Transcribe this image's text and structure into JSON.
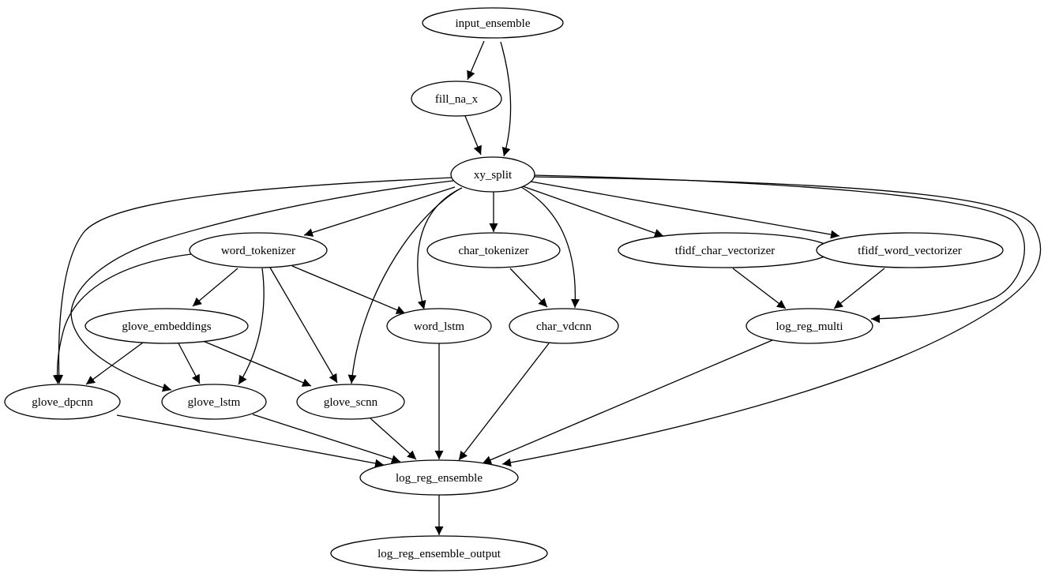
{
  "graph": {
    "nodes": [
      {
        "id": "input_ensemble",
        "label": "input_ensemble"
      },
      {
        "id": "fill_na_x",
        "label": "fill_na_x"
      },
      {
        "id": "xy_split",
        "label": "xy_split"
      },
      {
        "id": "word_tokenizer",
        "label": "word_tokenizer"
      },
      {
        "id": "char_tokenizer",
        "label": "char_tokenizer"
      },
      {
        "id": "tfidf_char_vectorizer",
        "label": "tfidf_char_vectorizer"
      },
      {
        "id": "tfidf_word_vectorizer",
        "label": "tfidf_word_vectorizer"
      },
      {
        "id": "glove_embeddings",
        "label": "glove_embeddings"
      },
      {
        "id": "word_lstm",
        "label": "word_lstm"
      },
      {
        "id": "char_vdcnn",
        "label": "char_vdcnn"
      },
      {
        "id": "log_reg_multi",
        "label": "log_reg_multi"
      },
      {
        "id": "glove_dpcnn",
        "label": "glove_dpcnn"
      },
      {
        "id": "glove_lstm",
        "label": "glove_lstm"
      },
      {
        "id": "glove_scnn",
        "label": "glove_scnn"
      },
      {
        "id": "log_reg_ensemble",
        "label": "log_reg_ensemble"
      },
      {
        "id": "log_reg_ensemble_output",
        "label": "log_reg_ensemble_output"
      }
    ],
    "edges": [
      {
        "from": "input_ensemble",
        "to": "fill_na_x"
      },
      {
        "from": "input_ensemble",
        "to": "xy_split"
      },
      {
        "from": "fill_na_x",
        "to": "xy_split"
      },
      {
        "from": "xy_split",
        "to": "word_tokenizer"
      },
      {
        "from": "xy_split",
        "to": "char_tokenizer"
      },
      {
        "from": "xy_split",
        "to": "tfidf_char_vectorizer"
      },
      {
        "from": "xy_split",
        "to": "tfidf_word_vectorizer"
      },
      {
        "from": "xy_split",
        "to": "word_lstm"
      },
      {
        "from": "xy_split",
        "to": "char_vdcnn"
      },
      {
        "from": "xy_split",
        "to": "glove_scnn"
      },
      {
        "from": "xy_split",
        "to": "glove_dpcnn"
      },
      {
        "from": "xy_split",
        "to": "glove_lstm"
      },
      {
        "from": "xy_split",
        "to": "log_reg_multi"
      },
      {
        "from": "xy_split",
        "to": "log_reg_ensemble"
      },
      {
        "from": "word_tokenizer",
        "to": "glove_embeddings"
      },
      {
        "from": "word_tokenizer",
        "to": "word_lstm"
      },
      {
        "from": "word_tokenizer",
        "to": "glove_lstm"
      },
      {
        "from": "word_tokenizer",
        "to": "glove_scnn"
      },
      {
        "from": "word_tokenizer",
        "to": "glove_dpcnn"
      },
      {
        "from": "char_tokenizer",
        "to": "char_vdcnn"
      },
      {
        "from": "tfidf_char_vectorizer",
        "to": "log_reg_multi"
      },
      {
        "from": "tfidf_word_vectorizer",
        "to": "log_reg_multi"
      },
      {
        "from": "glove_embeddings",
        "to": "glove_dpcnn"
      },
      {
        "from": "glove_embeddings",
        "to": "glove_lstm"
      },
      {
        "from": "glove_embeddings",
        "to": "glove_scnn"
      },
      {
        "from": "glove_dpcnn",
        "to": "log_reg_ensemble"
      },
      {
        "from": "glove_lstm",
        "to": "log_reg_ensemble"
      },
      {
        "from": "glove_scnn",
        "to": "log_reg_ensemble"
      },
      {
        "from": "word_lstm",
        "to": "log_reg_ensemble"
      },
      {
        "from": "char_vdcnn",
        "to": "log_reg_ensemble"
      },
      {
        "from": "log_reg_multi",
        "to": "log_reg_ensemble"
      },
      {
        "from": "log_reg_ensemble",
        "to": "log_reg_ensemble_output"
      }
    ]
  }
}
